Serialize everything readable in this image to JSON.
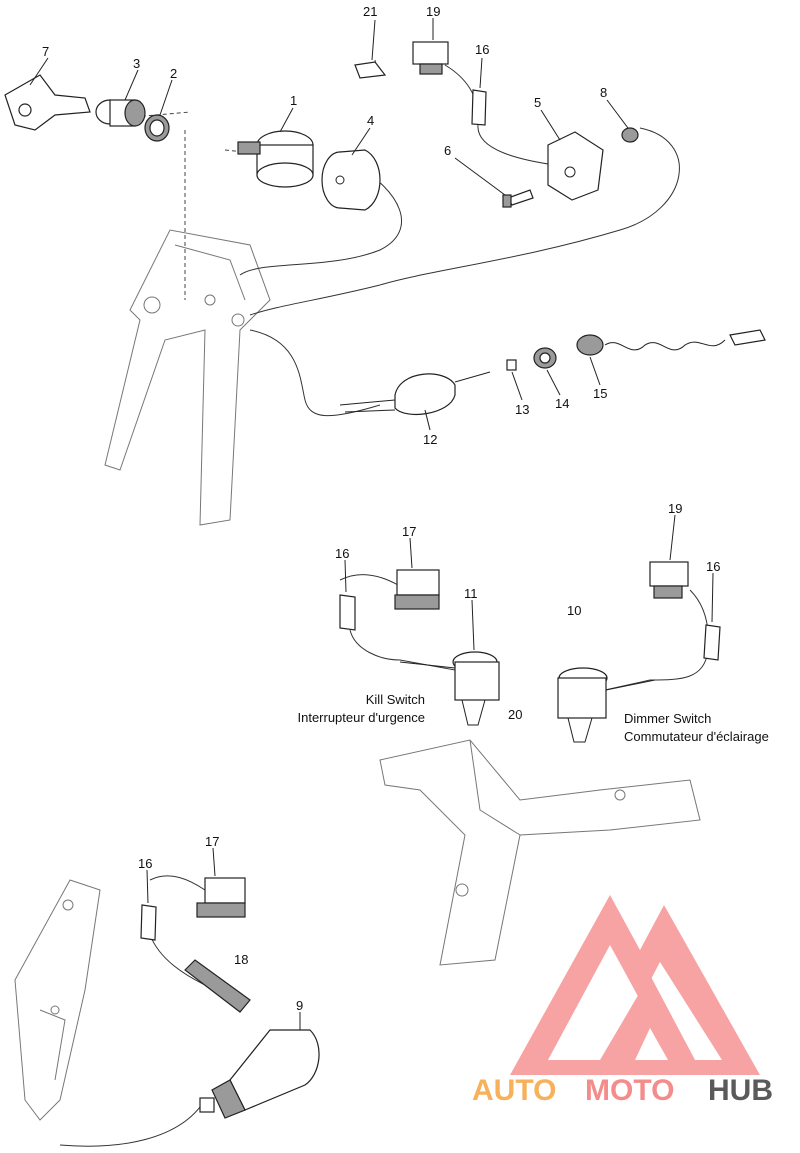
{
  "callouts": {
    "n1": "1",
    "n2": "2",
    "n3": "3",
    "n4": "4",
    "n5": "5",
    "n6": "6",
    "n7": "7",
    "n8": "8",
    "n9": "9",
    "n10": "10",
    "n11": "11",
    "n12": "12",
    "n13": "13",
    "n14": "14",
    "n15": "15",
    "n16a": "16",
    "n16b": "16",
    "n16c": "16",
    "n16d": "16",
    "n17a": "17",
    "n17b": "17",
    "n18": "18",
    "n19a": "19",
    "n19b": "19",
    "n20": "20",
    "n21": "21"
  },
  "captions": {
    "kill_en": "Kill Switch",
    "kill_fr": "Interrupteur d'urgence",
    "dimmer_en": "Dimmer Switch",
    "dimmer_fr": "Commutateur d'éclairage"
  },
  "watermark": {
    "part1": "AUTO",
    "part2": "MOTO",
    "part3": "HUB",
    "color_orange": "#f7b15a",
    "color_pink": "#f48c8c",
    "color_gray": "#5a5a5a"
  }
}
